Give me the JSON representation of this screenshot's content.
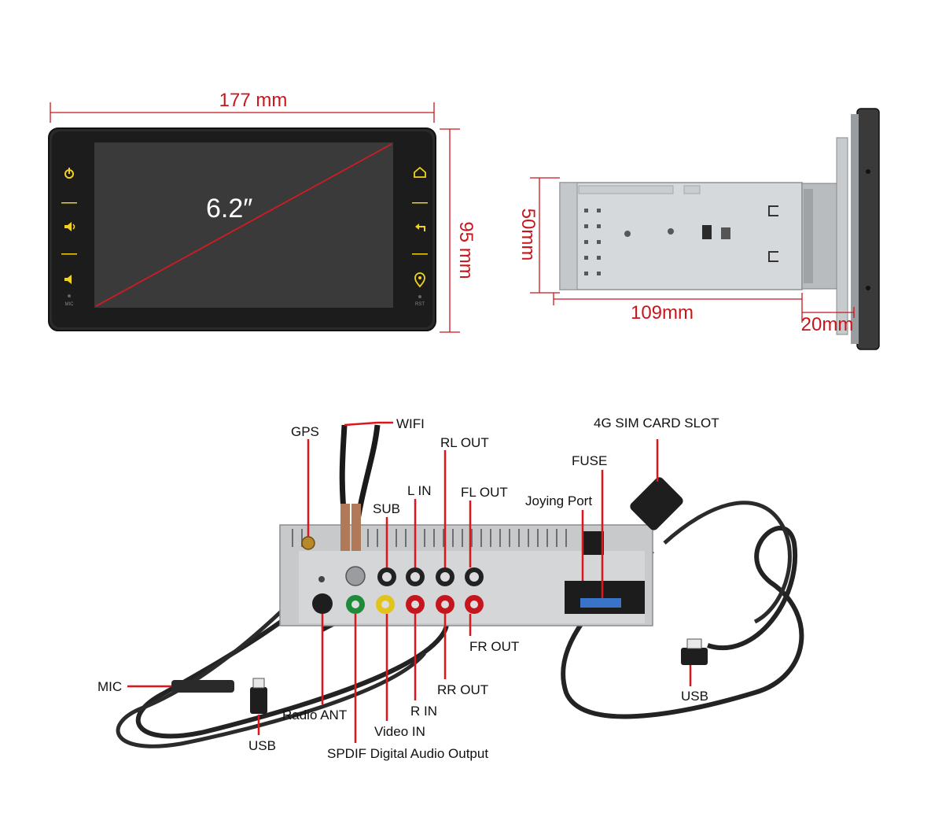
{
  "dimensions": {
    "width": "177 mm",
    "height": "95 mm",
    "screen": "6.2″",
    "depth_height": "50mm",
    "depth": "109mm",
    "front": "20mm"
  },
  "front_panel": {
    "mic": "MIC",
    "rst": "RST"
  },
  "labels": {
    "gps": "GPS",
    "wifi": "WIFI",
    "rl_out": "RL OUT",
    "l_in": "L IN",
    "fl_out": "FL OUT",
    "sub": "SUB",
    "joying_port": "Joying Port",
    "fuse": "FUSE",
    "sim_slot": "4G SIM CARD SLOT",
    "mic": "MIC",
    "usb_left": "USB",
    "radio_ant": "Radio ANT",
    "spdif": "SPDIF Digital Audio Output",
    "video_in": "Video IN",
    "r_in": "R IN",
    "rr_out": "RR OUT",
    "fr_out": "FR OUT",
    "usb_right": "USB"
  },
  "colors": {
    "annotation": "#e0141c",
    "button": "#f2d21c"
  }
}
